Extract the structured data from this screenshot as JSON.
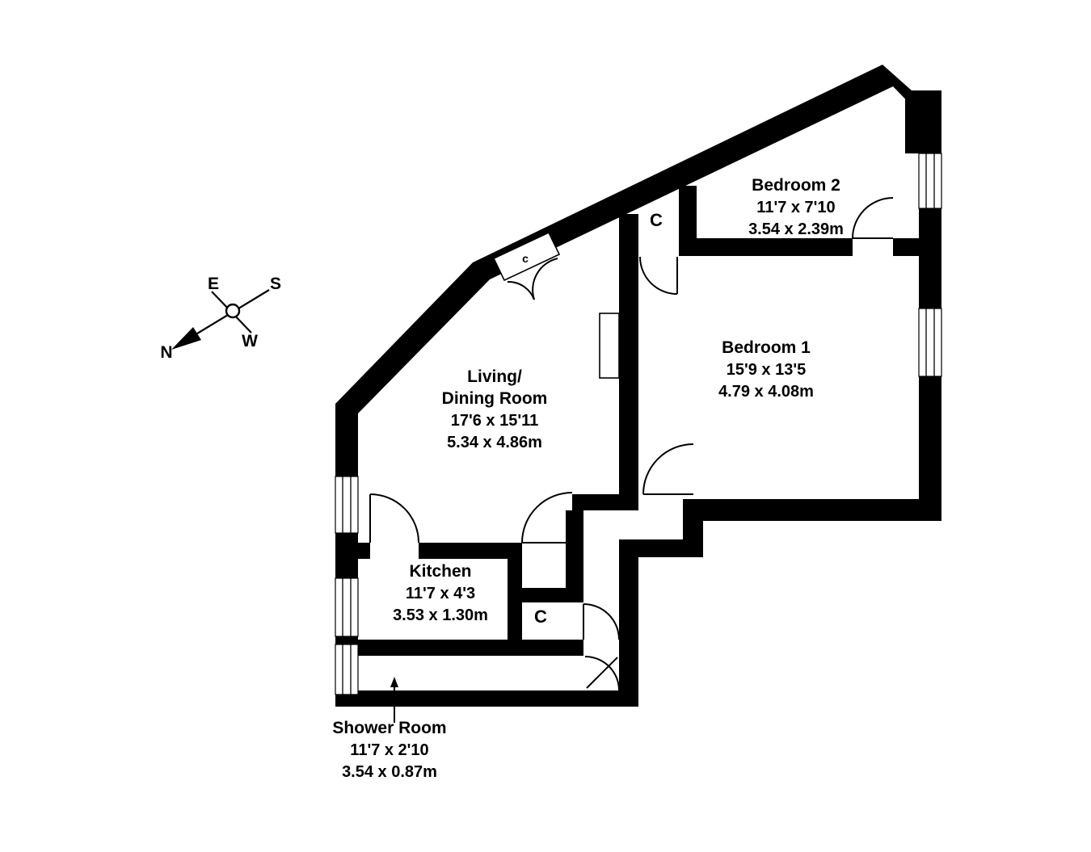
{
  "plan": {
    "rooms": {
      "bedroom2": {
        "name": "Bedroom 2",
        "imperial": "11'7 x 7'10",
        "metric": "3.54 x 2.39m"
      },
      "bedroom1": {
        "name": "Bedroom 1",
        "imperial": "15'9 x 13'5",
        "metric": "4.79 x 4.08m"
      },
      "living": {
        "name1": "Living/",
        "name2": "Dining Room",
        "imperial": "17'6 x 15'11",
        "metric": "5.34 x 4.86m"
      },
      "kitchen": {
        "name": "Kitchen",
        "imperial": "11'7 x 4'3",
        "metric": "3.53 x 1.30m"
      },
      "shower": {
        "name": "Shower Room",
        "imperial": "11'7 x 2'10",
        "metric": "3.54 x 0.87m"
      }
    },
    "closets": {
      "hall_closet": "C",
      "small_closet": "c",
      "kitchen_closet": "C"
    },
    "compass": {
      "n": "N",
      "e": "E",
      "s": "S",
      "w": "W"
    },
    "colors": {
      "wall": "#000000",
      "floor": "#ffffff"
    }
  }
}
